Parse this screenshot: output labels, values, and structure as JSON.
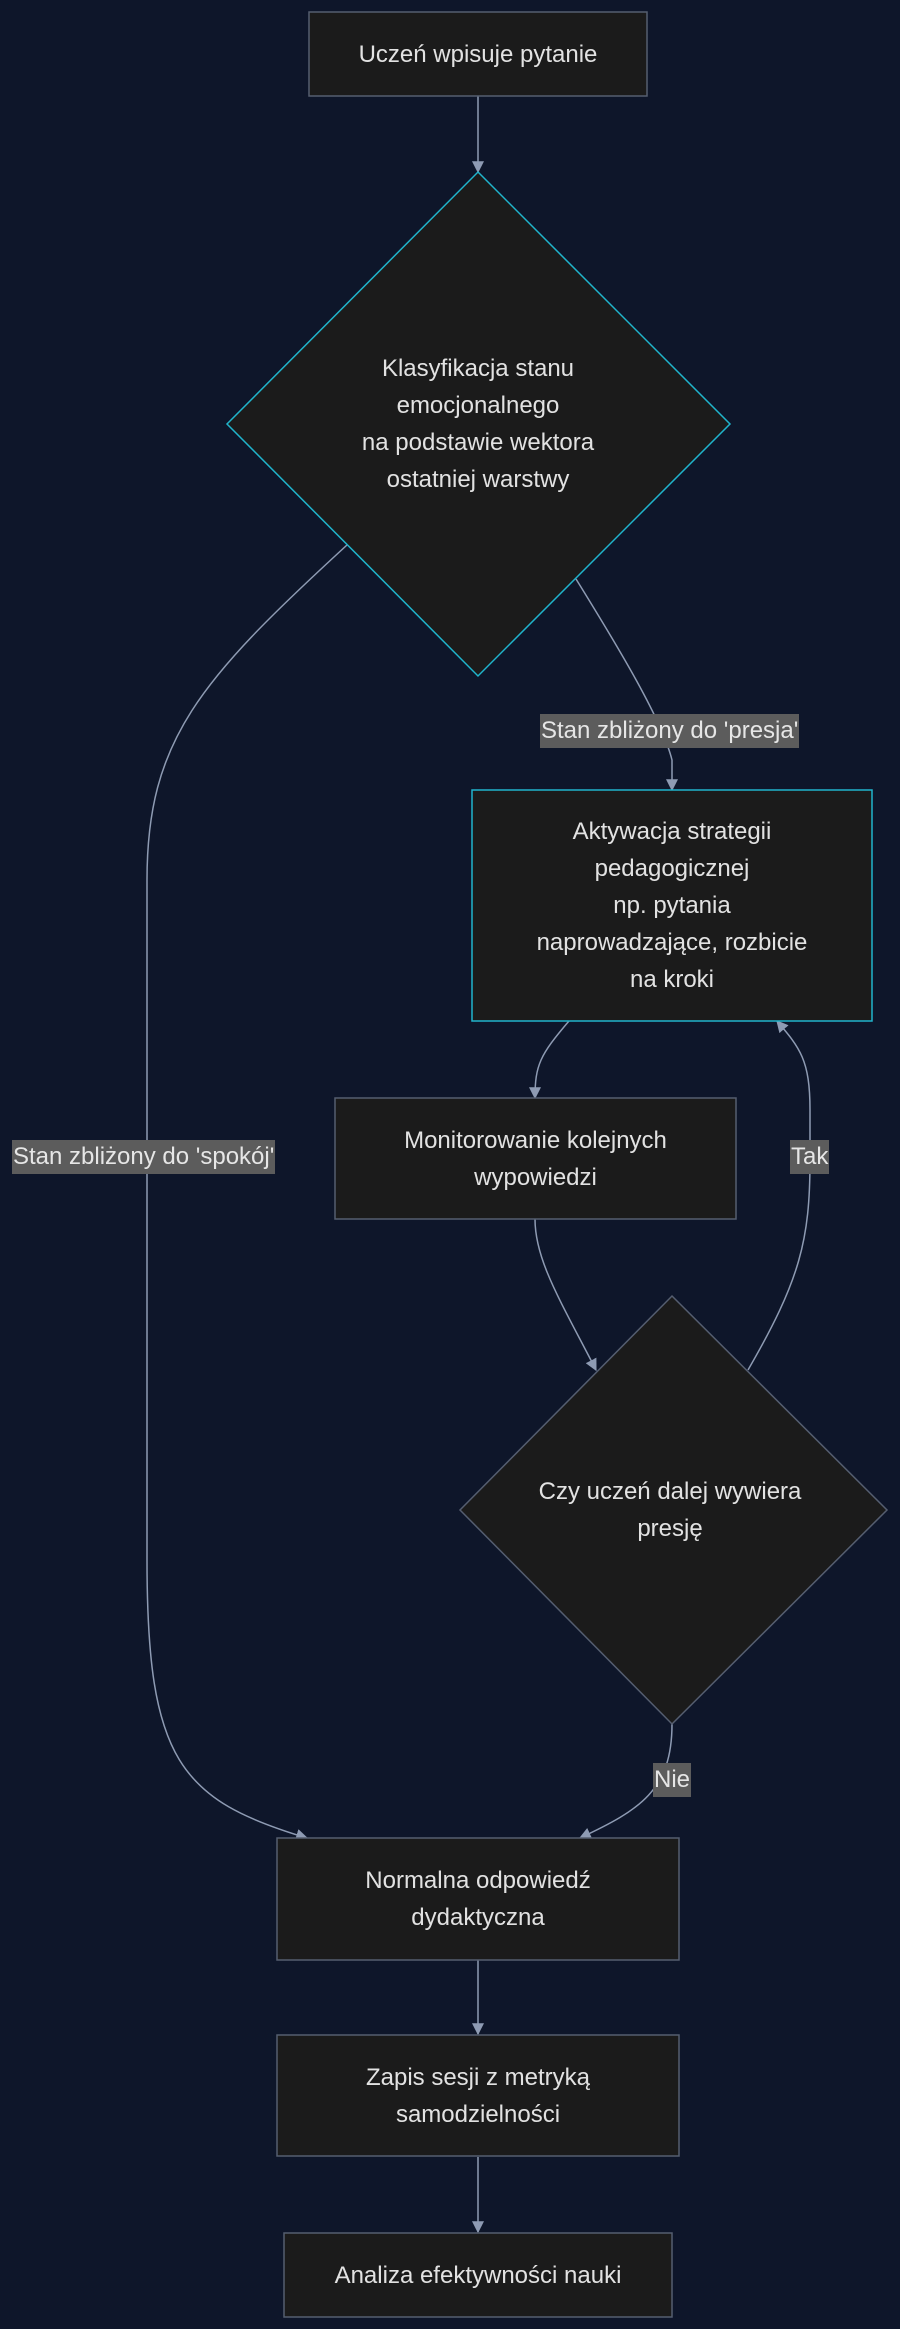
{
  "nodes": {
    "start": "Uczeń wpisuje pytanie",
    "classify": "Klasyfikacja stanu\nemocjonalnego\nna podstawie wektora\nostatniej warstwy",
    "strategy": "Aktywacja strategii\npedagogicznej\nnp. pytania\nnaprowadzające, rozbicie\nna kroki",
    "monitor": "Monitorowanie kolejnych\nwypowiedzi",
    "pressure": "Czy uczeń dalej wywiera\npresję",
    "normal": "Normalna odpowiedź\ndydaktyczna",
    "record": "Zapis sesji z metryką\nsamodzielności",
    "analysis": "Analiza efektywności nauki"
  },
  "edges": {
    "presja": "Stan zbliżony do 'presja'",
    "spokoj": "Stan zbliżony do 'spokój'",
    "tak": "Tak",
    "nie": "Nie"
  },
  "colors": {
    "background": "#0e162a",
    "node_fill": "#1b1b1b",
    "node_border": "#555e70",
    "highlight_border": "#20b4cc",
    "edge": "#8e9bb3"
  }
}
